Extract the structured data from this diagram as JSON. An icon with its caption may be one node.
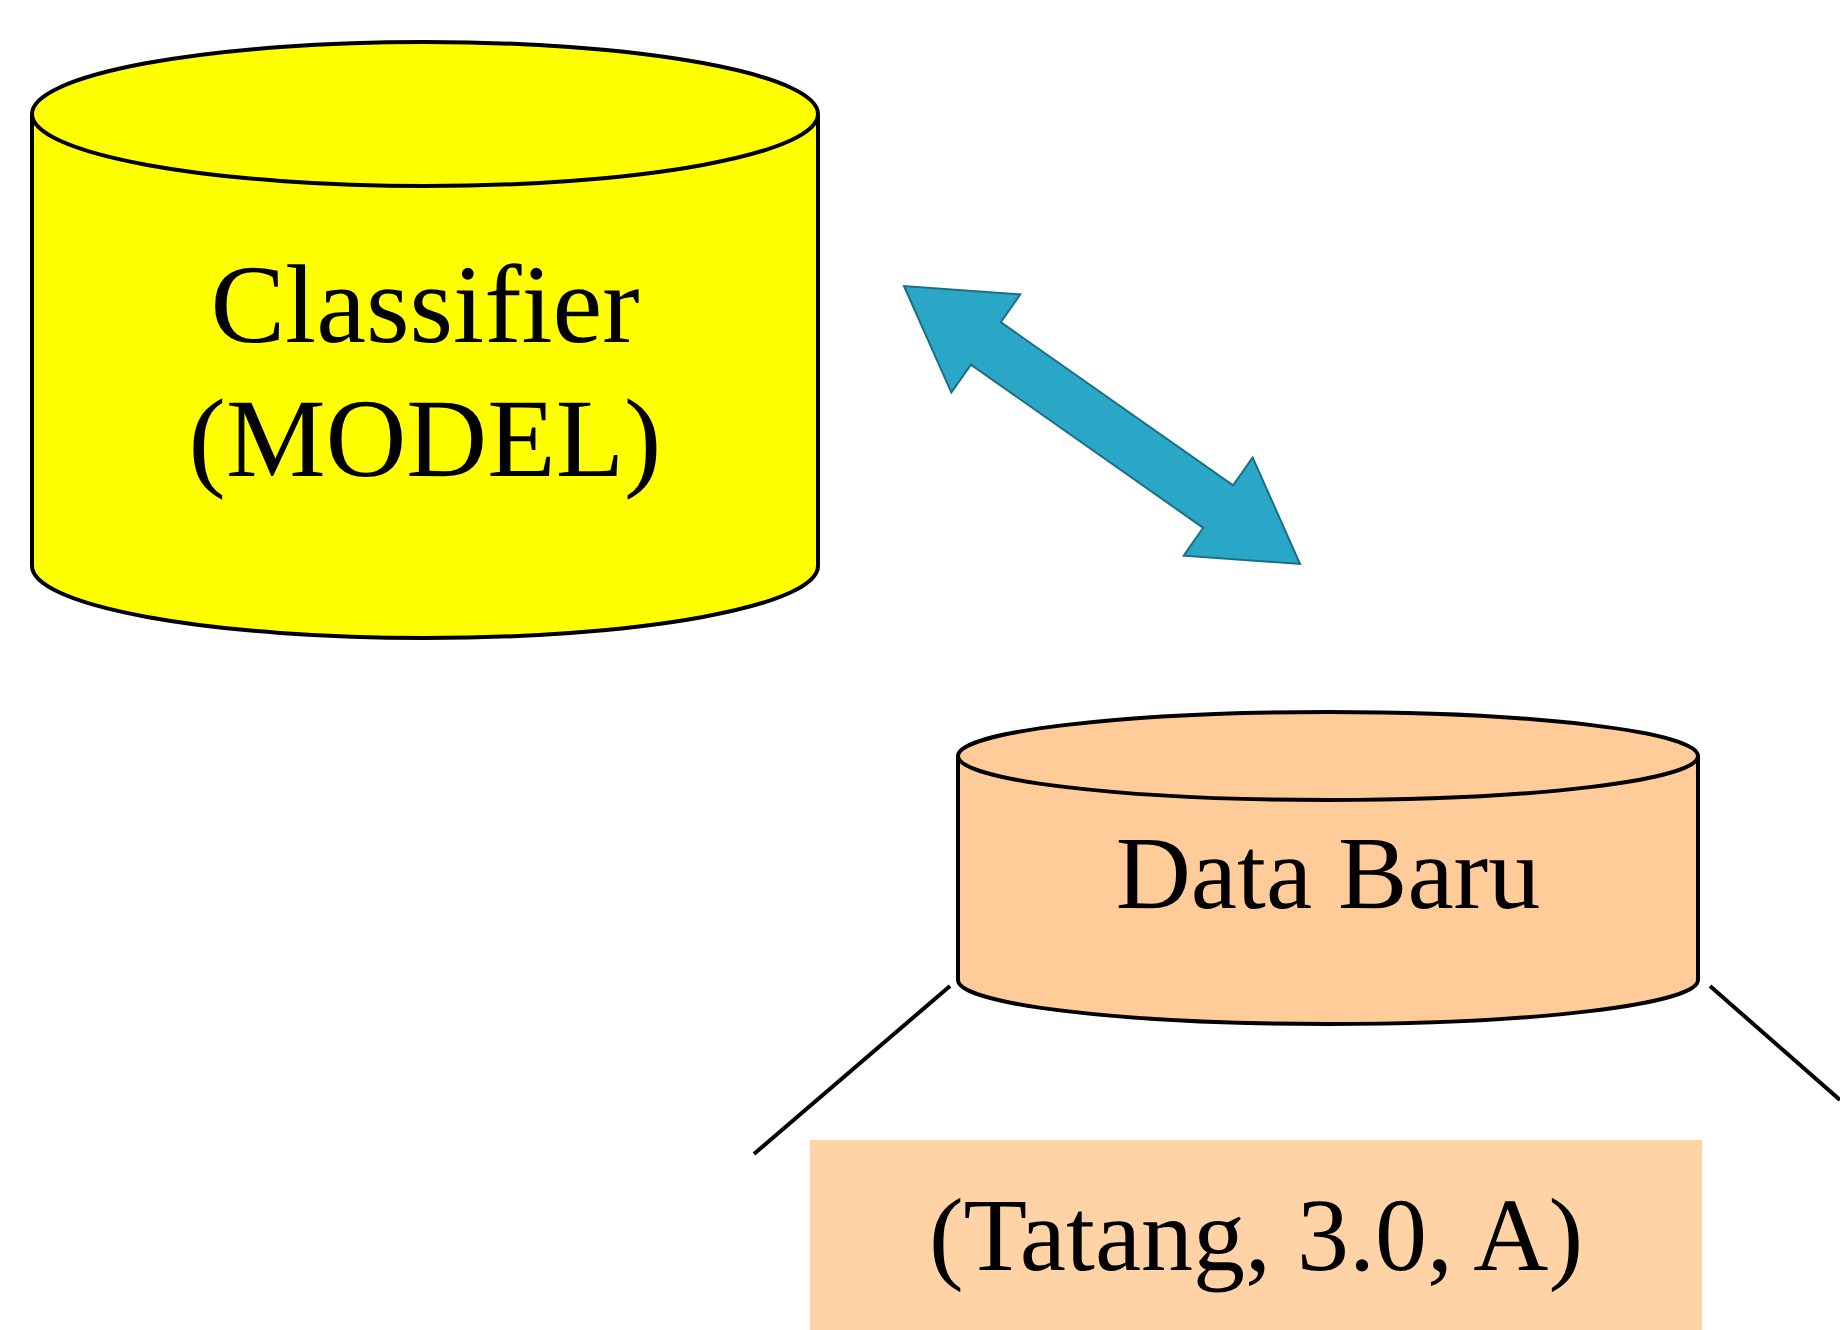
{
  "diagram": {
    "nodes": [
      {
        "text": [
          "Classifier (MODEL)"
        ]
      },
      {
        "text": [
          "Data Baru"
        ]
      },
      {
        "text": [
          "(Tatang, 3.0, A)"
        ]
      }
    ],
    "edges": [
      {
        "from": 0,
        "to": 1,
        "arrow": "both",
        "style": "thick",
        "color": "#2aa7c6"
      }
    ]
  }
}
